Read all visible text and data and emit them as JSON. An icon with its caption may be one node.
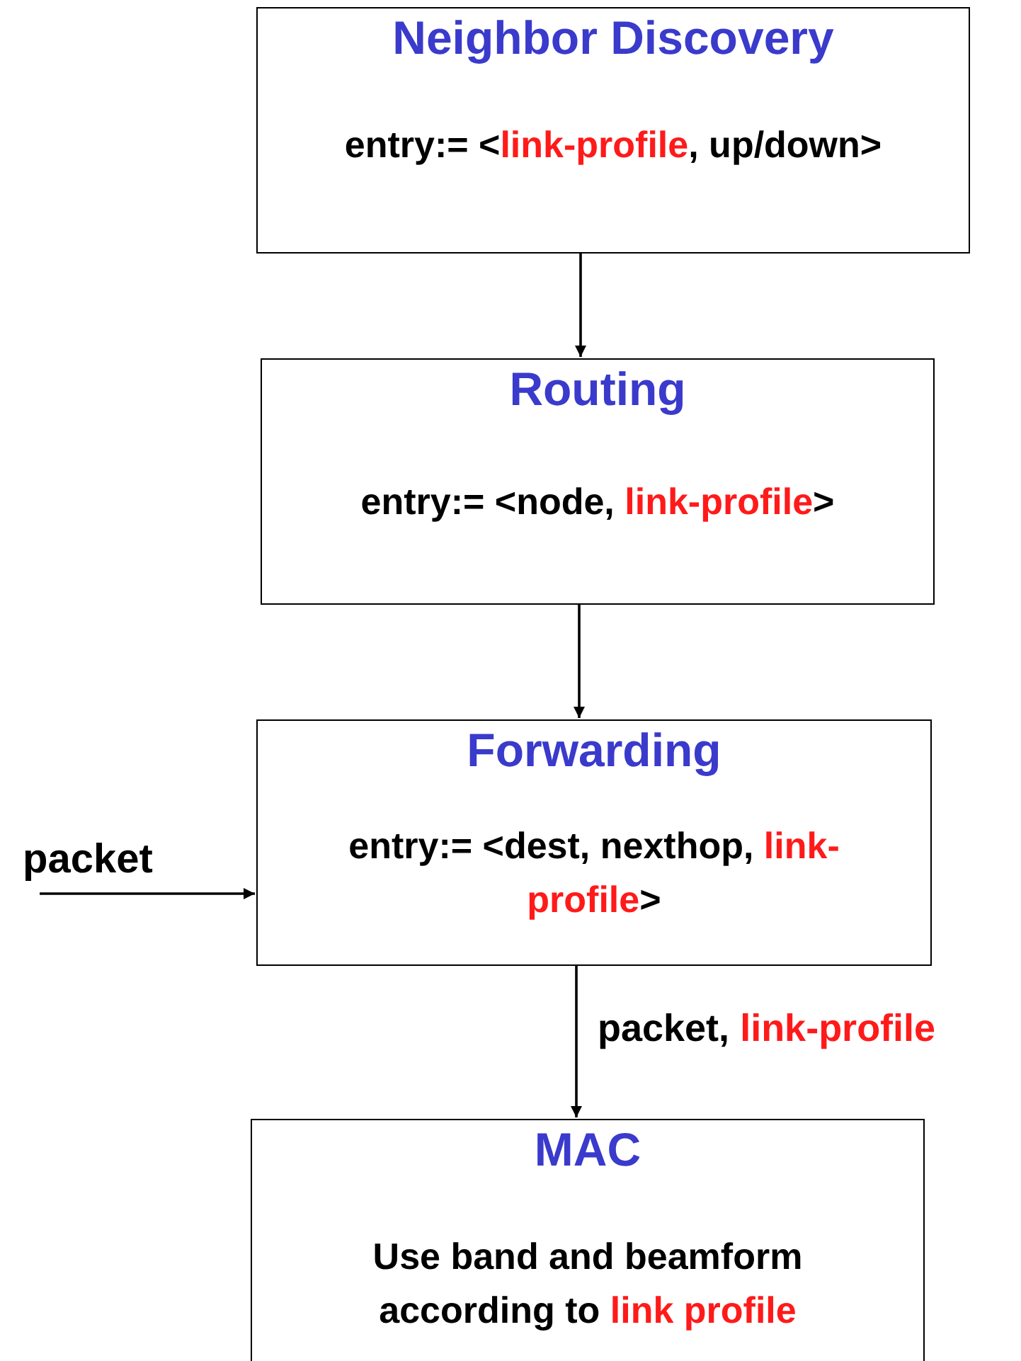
{
  "diagram": {
    "nodes": [
      {
        "text": [
          "Neighbor Discovery",
          "entry:= <*link-profile*, up/down>"
        ]
      },
      {
        "text": [
          "Routing",
          "entry:= <node, *link-profile*>"
        ]
      },
      {
        "text": [
          "Forwarding",
          "entry:= <dest, nexthop, *link-profile*>"
        ]
      },
      {
        "text": [
          "MAC",
          "Use band and beamform according to *link profile*"
        ]
      },
      {
        "text": [
          "packet"
        ]
      }
    ],
    "edges": [
      {
        "from": 0,
        "to": 1,
        "arrow": "to"
      },
      {
        "from": 1,
        "to": 2,
        "arrow": "to"
      },
      {
        "from": 2,
        "to": 3,
        "arrow": "to",
        "label": "packet, *link-profile*"
      },
      {
        "from": 4,
        "to": 2,
        "arrow": "to"
      }
    ]
  }
}
